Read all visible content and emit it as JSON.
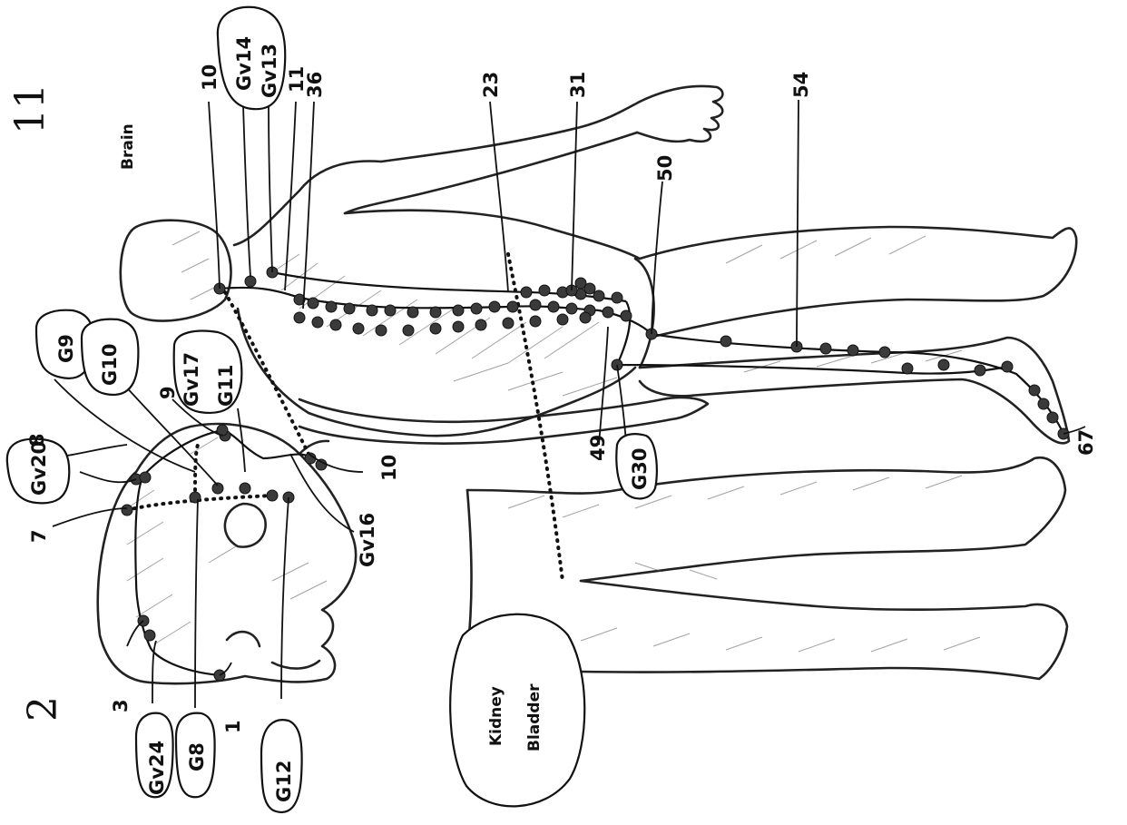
{
  "figure": {
    "page_mark_top": "11",
    "page_mark_bottom": "2",
    "organ_top": "Brain",
    "organ_bottom_line1": "Kidney",
    "organ_bottom_line2": "Bladder"
  },
  "head_labels": {
    "gv20": "Gv20",
    "g9": "G9",
    "g10": "G10",
    "gv17": "Gv17",
    "g11": "G11",
    "n8": "8",
    "n9": "9",
    "n7": "7",
    "n10": "10",
    "gv16": "Gv16",
    "n3": "3",
    "gv24": "Gv24",
    "g8": "G8",
    "n1": "1",
    "g12": "G12"
  },
  "body_labels": {
    "n10": "10",
    "gv14": "Gv14",
    "gv13": "Gv13",
    "n11": "11",
    "n36": "36",
    "n23": "23",
    "n31": "31",
    "n54": "54",
    "n50": "50",
    "n49": "49",
    "g30": "G30",
    "n67": "67"
  },
  "colors": {
    "ink": "#111111",
    "paper": "#ffffff"
  }
}
